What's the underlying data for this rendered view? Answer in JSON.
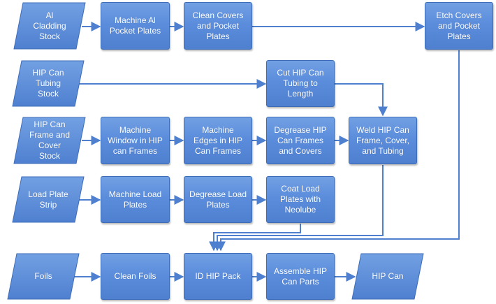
{
  "diagram": {
    "colors": {
      "fill_top": "#72a0e3",
      "fill_bottom": "#4f80d0",
      "border": "#3d6cb8",
      "arrow": "#4f80d0",
      "text": "#ffffff"
    },
    "nodes": {
      "al_cladding_stock": "Al\nCladding\nStock",
      "machine_al_pocket_plates": "Machine Al\nPocket Plates",
      "clean_covers_pocket_plates": "Clean Covers\nand Pocket\nPlates",
      "etch_covers_pocket_plates": "Etch Covers\nand Pocket\nPlates",
      "hip_can_tubing_stock": "HIP Can\nTubing\nStock",
      "cut_hip_can_tubing": "Cut HIP Can\nTubing to\nLength",
      "hip_can_frame_cover_stock": "HIP Can\nFrame and\nCover\nStock",
      "machine_window": "Machine\nWindow in HIP\ncan Frames",
      "machine_edges": "Machine\nEdges in HIP\nCan Frames",
      "degrease_frames_covers": "Degrease HIP\nCan Frames\nand Covers",
      "weld_hip_can": "Weld HIP Can\nFrame, Cover,\nand Tubing",
      "load_plate_strip": "Load Plate\nStrip",
      "machine_load_plates": "Machine Load\nPlates",
      "degrease_load_plates": "Degrease Load\nPlates",
      "coat_load_plates": "Coat Load\nPlates with\nNeolube",
      "foils": "Foils",
      "clean_foils": "Clean Foils",
      "id_hip_pack": "ID HIP Pack",
      "assemble_hip_can_parts": "Assemble HIP\nCan Parts",
      "hip_can": "HIP Can"
    },
    "edges": [
      [
        "al_cladding_stock",
        "machine_al_pocket_plates"
      ],
      [
        "machine_al_pocket_plates",
        "clean_covers_pocket_plates"
      ],
      [
        "clean_covers_pocket_plates",
        "etch_covers_pocket_plates"
      ],
      [
        "hip_can_tubing_stock",
        "cut_hip_can_tubing"
      ],
      [
        "cut_hip_can_tubing",
        "weld_hip_can"
      ],
      [
        "hip_can_frame_cover_stock",
        "machine_window"
      ],
      [
        "machine_window",
        "machine_edges"
      ],
      [
        "machine_edges",
        "degrease_frames_covers"
      ],
      [
        "degrease_frames_covers",
        "weld_hip_can"
      ],
      [
        "load_plate_strip",
        "machine_load_plates"
      ],
      [
        "machine_load_plates",
        "degrease_load_plates"
      ],
      [
        "degrease_load_plates",
        "coat_load_plates"
      ],
      [
        "coat_load_plates",
        "id_hip_pack"
      ],
      [
        "weld_hip_can",
        "id_hip_pack"
      ],
      [
        "etch_covers_pocket_plates",
        "id_hip_pack"
      ],
      [
        "foils",
        "clean_foils"
      ],
      [
        "clean_foils",
        "id_hip_pack"
      ],
      [
        "id_hip_pack",
        "assemble_hip_can_parts"
      ],
      [
        "assemble_hip_can_parts",
        "hip_can"
      ]
    ]
  }
}
